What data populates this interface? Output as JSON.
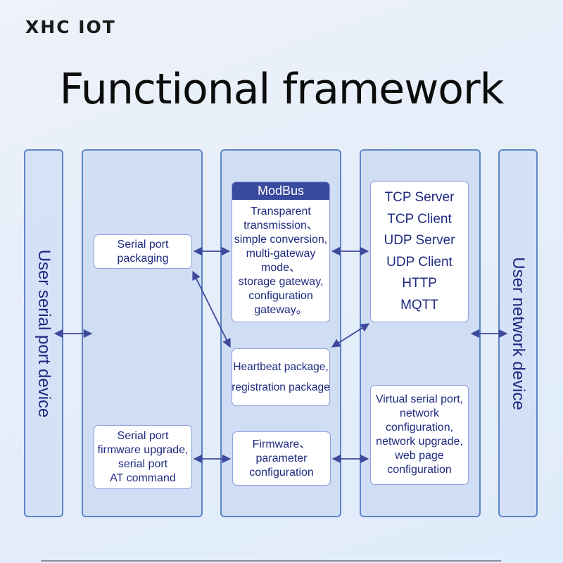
{
  "brand": "XHC IOT",
  "title": "Functional framework",
  "colors": {
    "text": "#1f2a80",
    "column_border": "#5f86c6",
    "column_fill": "#c8d8f2",
    "modbus_header": "#3a4a9e",
    "arrow": "#3d4a9c",
    "background": "#e6eefa"
  },
  "columns": {
    "user_serial": {
      "label": "User serial port device"
    },
    "user_network": {
      "label": "User network device"
    }
  },
  "serial_column": {
    "boxes": [
      {
        "lines": [
          "Serial port",
          "packaging"
        ]
      },
      {
        "lines": [
          "Serial port",
          "firmware upgrade,",
          "serial port",
          "AT command"
        ]
      }
    ]
  },
  "core_column": {
    "modbus": {
      "header": "ModBus",
      "lines": [
        "Transparent",
        "transmission、",
        "simple conversion,",
        "multi-gateway",
        "mode、",
        "storage gateway,",
        "configuration",
        "gateway。"
      ]
    },
    "heartbeat": {
      "lines": [
        "Heartbeat package,",
        "registration package"
      ]
    },
    "firmware": {
      "lines": [
        "Firmware、",
        "parameter",
        "configuration"
      ]
    }
  },
  "network_column": {
    "protocols": [
      "TCP Server",
      "TCP Client",
      "UDP Server",
      "UDP Client",
      "HTTP",
      "MQTT"
    ],
    "config": {
      "lines": [
        "Virtual serial port,",
        "network",
        "configuration,",
        "network upgrade,",
        "web page",
        "configuration"
      ]
    }
  },
  "connections": [
    {
      "from": "user-serial-port-device",
      "to": "serial-column",
      "type": "bidirectional"
    },
    {
      "from": "serial-port-packaging",
      "to": "modbus-box",
      "type": "bidirectional"
    },
    {
      "from": "modbus-box",
      "to": "protocol-box",
      "type": "bidirectional"
    },
    {
      "from": "serial-port-packaging",
      "to": "heartbeat-box",
      "type": "bidirectional"
    },
    {
      "from": "heartbeat-box",
      "to": "protocol-box",
      "type": "bidirectional"
    },
    {
      "from": "network-column",
      "to": "user-network-device",
      "type": "bidirectional"
    },
    {
      "from": "serial-firmware-box",
      "to": "firmware-config-box",
      "type": "bidirectional"
    },
    {
      "from": "firmware-config-box",
      "to": "network-config-box",
      "type": "bidirectional"
    }
  ]
}
